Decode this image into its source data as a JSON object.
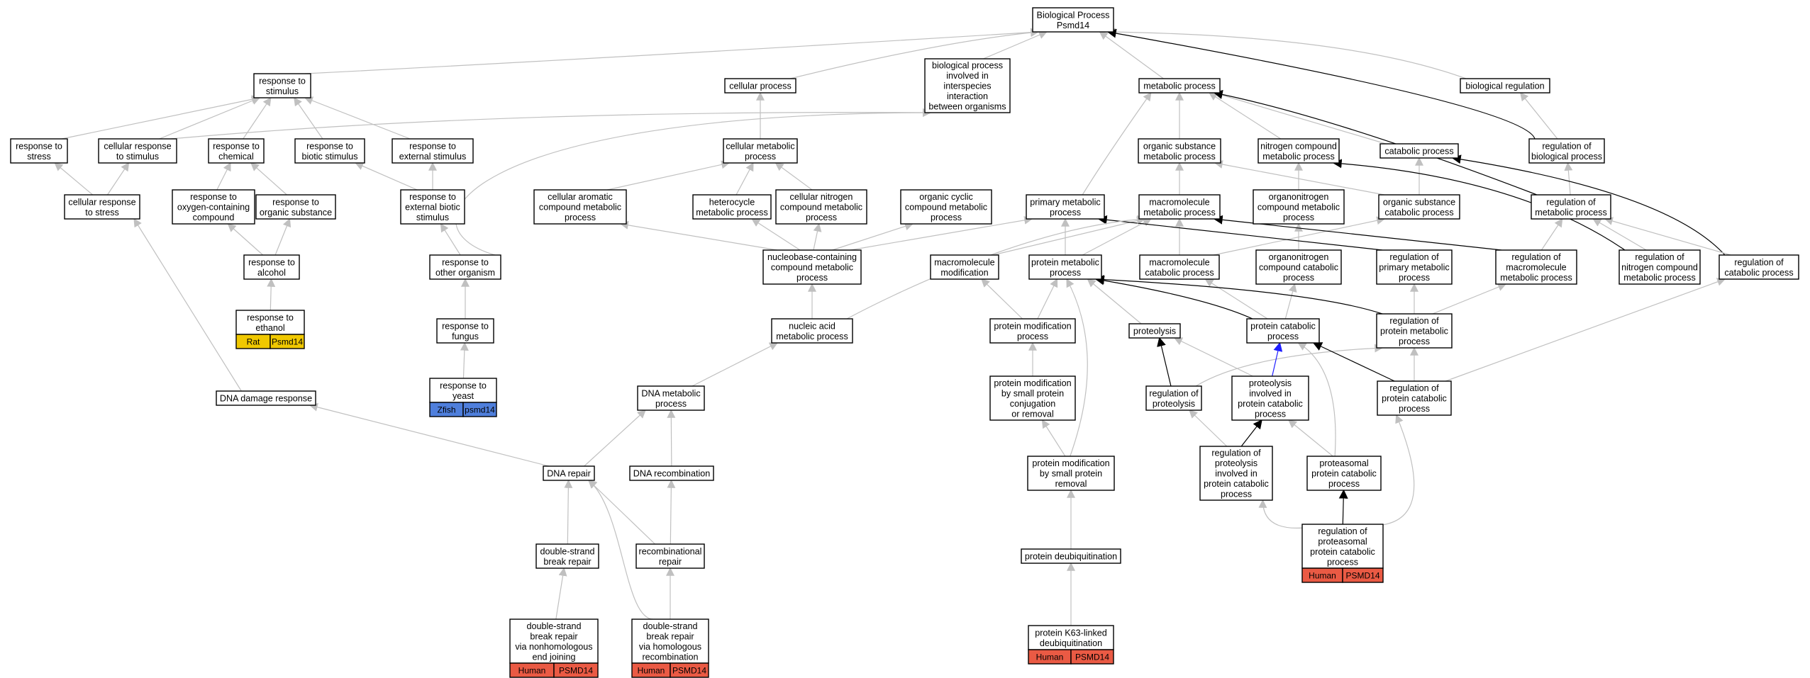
{
  "colors": {
    "gray_edge": "#c0c0c0",
    "black_edge": "#000000",
    "blue_edge": "#1f1fff",
    "human": "#ea5a44",
    "rat": "#f0c800",
    "zfish": "#4f7fdc"
  },
  "nodes": {
    "bp": [
      "Biological Process",
      "Psmd14"
    ],
    "rts": [
      "response to",
      "stimulus"
    ],
    "cp": [
      "cellular process"
    ],
    "bpii": [
      "biological process",
      "involved in",
      "interspecies",
      "interaction",
      "between organisms"
    ],
    "mp": [
      "metabolic process"
    ],
    "br": [
      "biological regulation"
    ],
    "rtstress": [
      "response to",
      "stress"
    ],
    "crts": [
      "cellular response",
      "to stimulus"
    ],
    "rtc": [
      "response to",
      "chemical"
    ],
    "rtbs": [
      "response to",
      "biotic stimulus"
    ],
    "rtes": [
      "response to",
      "external stimulus"
    ],
    "cmp": [
      "cellular metabolic",
      "process"
    ],
    "osmp": [
      "organic substance",
      "metabolic process"
    ],
    "ncmp": [
      "nitrogen compound",
      "metabolic process"
    ],
    "catp": [
      "catabolic process"
    ],
    "rbp": [
      "regulation of",
      "biological process"
    ],
    "crtstress": [
      "cellular response",
      "to stress"
    ],
    "rtocc": [
      "response to",
      "oxygen-containing",
      "compound"
    ],
    "rtos": [
      "response to",
      "organic substance"
    ],
    "rtebs": [
      "response to",
      "external biotic",
      "stimulus"
    ],
    "camp": [
      "cellular aromatic",
      "compound metabolic",
      "process"
    ],
    "hmp": [
      "heterocycle",
      "metabolic process"
    ],
    "cncmp": [
      "cellular nitrogen",
      "compound metabolic",
      "process"
    ],
    "occmp": [
      "organic cyclic",
      "compound metabolic",
      "process"
    ],
    "pmp": [
      "primary metabolic",
      "process"
    ],
    "macmp": [
      "macromolecule",
      "metabolic process"
    ],
    "oncmp": [
      "organonitrogen",
      "compound metabolic",
      "process"
    ],
    "oscp": [
      "organic substance",
      "catabolic process"
    ],
    "rmp": [
      "regulation of",
      "metabolic process"
    ],
    "rta": [
      "response to",
      "alcohol"
    ],
    "rtoo": [
      "response to",
      "other organism"
    ],
    "ncmp2": [
      "nucleobase-containing",
      "compound metabolic",
      "process"
    ],
    "mm": [
      "macromolecule",
      "modification"
    ],
    "prmp": [
      "protein metabolic",
      "process"
    ],
    "mcp": [
      "macromolecule",
      "catabolic process"
    ],
    "onccp": [
      "organonitrogen",
      "compound catabolic",
      "process"
    ],
    "rpmp": [
      "regulation of",
      "primary metabolic",
      "process"
    ],
    "rmmp": [
      "regulation of",
      "macromolecule",
      "metabolic process"
    ],
    "rncmp": [
      "regulation of",
      "nitrogen compound",
      "metabolic process"
    ],
    "rcp": [
      "regulation of",
      "catabolic process"
    ],
    "rte": [
      "response to",
      "ethanol"
    ],
    "rtf": [
      "response to",
      "fungus"
    ],
    "namp": [
      "nucleic acid",
      "metabolic process"
    ],
    "pmod": [
      "protein modification",
      "process"
    ],
    "prot": [
      "proteolysis"
    ],
    "pcp": [
      "protein catabolic",
      "process"
    ],
    "rprmp": [
      "regulation of",
      "protein metabolic",
      "process"
    ],
    "rty": [
      "response to",
      "yeast"
    ],
    "ddr": [
      "DNA damage response"
    ],
    "dmp": [
      "DNA metabolic",
      "process"
    ],
    "pmsp": [
      "protein modification",
      "by small protein",
      "conjugation",
      "or removal"
    ],
    "rprot": [
      "regulation of",
      "proteolysis"
    ],
    "pipcp": [
      "proteolysis",
      "involved in",
      "protein catabolic",
      "process"
    ],
    "rpcp": [
      "regulation of",
      "protein catabolic",
      "process"
    ],
    "dnar": [
      "DNA repair"
    ],
    "dnarec": [
      "DNA recombination"
    ],
    "pmspr": [
      "protein modification",
      "by small protein",
      "removal"
    ],
    "rpipcp": [
      "regulation of",
      "proteolysis",
      "involved in",
      "protein catabolic",
      "process"
    ],
    "ppcp": [
      "proteasomal",
      "protein catabolic",
      "process"
    ],
    "rppcp": [
      "regulation of",
      "proteasomal",
      "protein catabolic",
      "process"
    ],
    "dsbr": [
      "double-strand",
      "break repair"
    ],
    "rrep": [
      "recombinational",
      "repair"
    ],
    "pdub": [
      "protein deubiquitination"
    ],
    "dsbrnhej": [
      "double-strand",
      "break repair",
      "via nonhomologous",
      "end joining"
    ],
    "dsbrhr": [
      "double-strand",
      "break repair",
      "via homologous",
      "recombination"
    ],
    "pk63": [
      "protein K63-linked",
      "deubiquitination"
    ]
  },
  "tags": {
    "rte": [
      "Rat",
      "Psmd14"
    ],
    "rty": [
      "Zfish",
      "psmd14"
    ],
    "rppcp": [
      "Human",
      "PSMD14"
    ],
    "dsbrnhej": [
      "Human",
      "PSMD14"
    ],
    "dsbrhr": [
      "Human",
      "PSMD14"
    ],
    "pk63": [
      "Human",
      "PSMD14"
    ]
  }
}
